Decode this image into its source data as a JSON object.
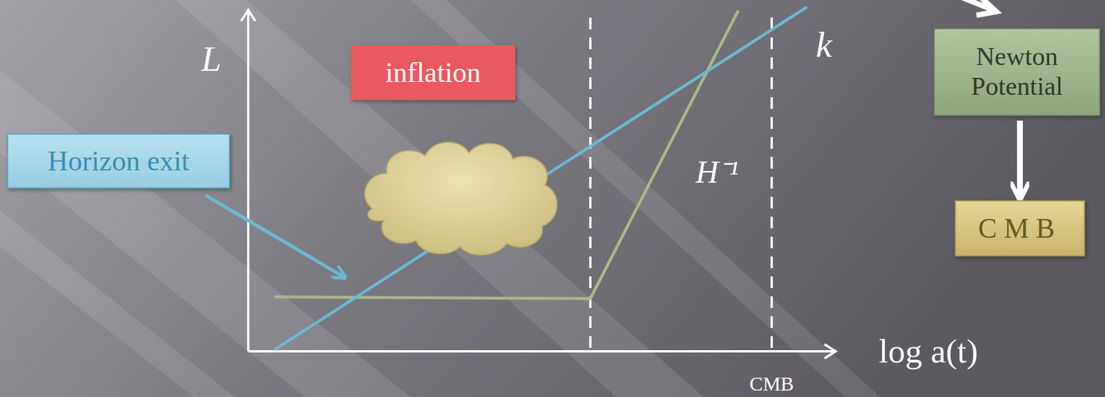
{
  "diagram": {
    "nodes": [
      {
        "text": [
          "inflation"
        ]
      },
      {
        "text": [
          "Horizon exit"
        ]
      },
      {
        "text": [
          "Newton Potential"
        ]
      },
      {
        "text": [
          "CMB"
        ]
      }
    ],
    "edges": [
      {
        "from": 2,
        "to": 3,
        "arrow": "to"
      }
    ],
    "labels": [
      "L",
      "k",
      "H⁻¹",
      "log a(t)",
      "CMB"
    ]
  }
}
